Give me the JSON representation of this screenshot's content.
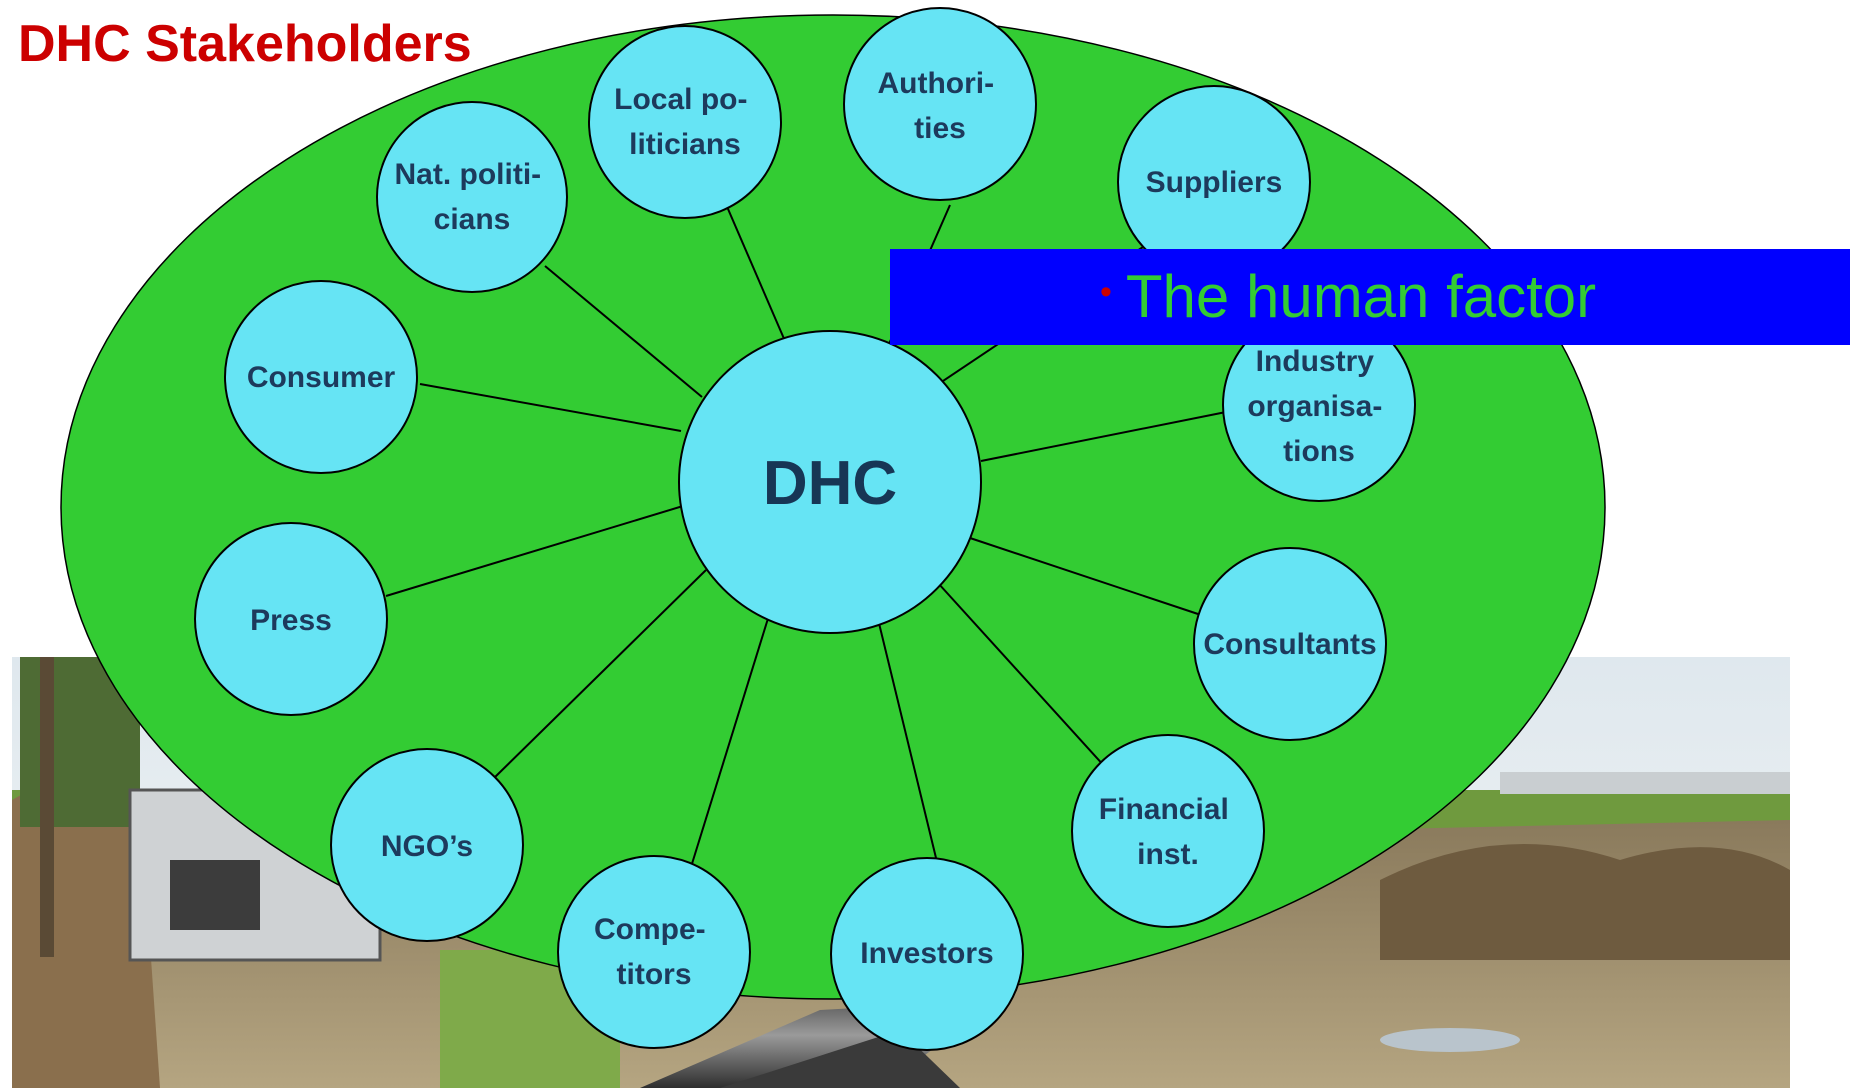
{
  "title": "DHC Stakeholders",
  "banner": {
    "bullet": "•",
    "text": "The human factor"
  },
  "diagram": {
    "hub": "DHC",
    "stakeholders": [
      {
        "id": "nat-politicians",
        "lines": [
          "Nat. politi-",
          "cians"
        ]
      },
      {
        "id": "local-politicians",
        "lines": [
          "Local po-",
          "liticians"
        ]
      },
      {
        "id": "authorities",
        "lines": [
          "Authori-",
          "ties"
        ]
      },
      {
        "id": "suppliers",
        "lines": [
          "Suppliers"
        ]
      },
      {
        "id": "consumer",
        "lines": [
          "Consumer"
        ]
      },
      {
        "id": "industry-organisations",
        "lines": [
          "Industry",
          "organisa-",
          "tions"
        ]
      },
      {
        "id": "press",
        "lines": [
          "Press"
        ]
      },
      {
        "id": "consultants",
        "lines": [
          "Consultants"
        ]
      },
      {
        "id": "ngos",
        "lines": [
          "NGO’s"
        ]
      },
      {
        "id": "financial-inst",
        "lines": [
          "Financial",
          "inst."
        ]
      },
      {
        "id": "competitors",
        "lines": [
          "Compe-",
          "titors"
        ]
      },
      {
        "id": "investors",
        "lines": [
          "Investors"
        ]
      }
    ]
  },
  "colors": {
    "title": "#cc0000",
    "ellipse": "#33cc33",
    "node": "#66e4f4",
    "banner": "#0000ff",
    "banner_text": "#33cc33"
  }
}
